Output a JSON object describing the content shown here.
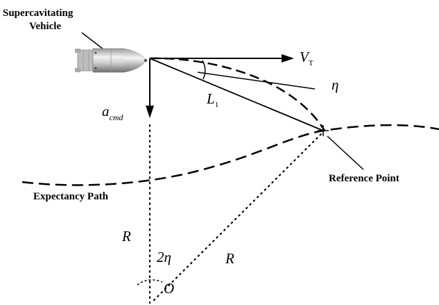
{
  "labels": {
    "vehicle_line1": "Supercavitating",
    "vehicle_line2": "Vehicle",
    "velocity": "V",
    "velocity_sub": "T",
    "eta": "η",
    "length": "L",
    "length_sub": "1",
    "accel": "a",
    "accel_sub": "cmd",
    "reference_point": "Reference Point",
    "expectancy_path": "Expectancy Path",
    "radius_left": "R",
    "radius_right": "R",
    "two_eta": "2η",
    "origin": "O"
  },
  "colors": {
    "ink": "#000000",
    "vehicle_body": "#c8c8c8",
    "vehicle_shadow": "#7a7a7a"
  }
}
